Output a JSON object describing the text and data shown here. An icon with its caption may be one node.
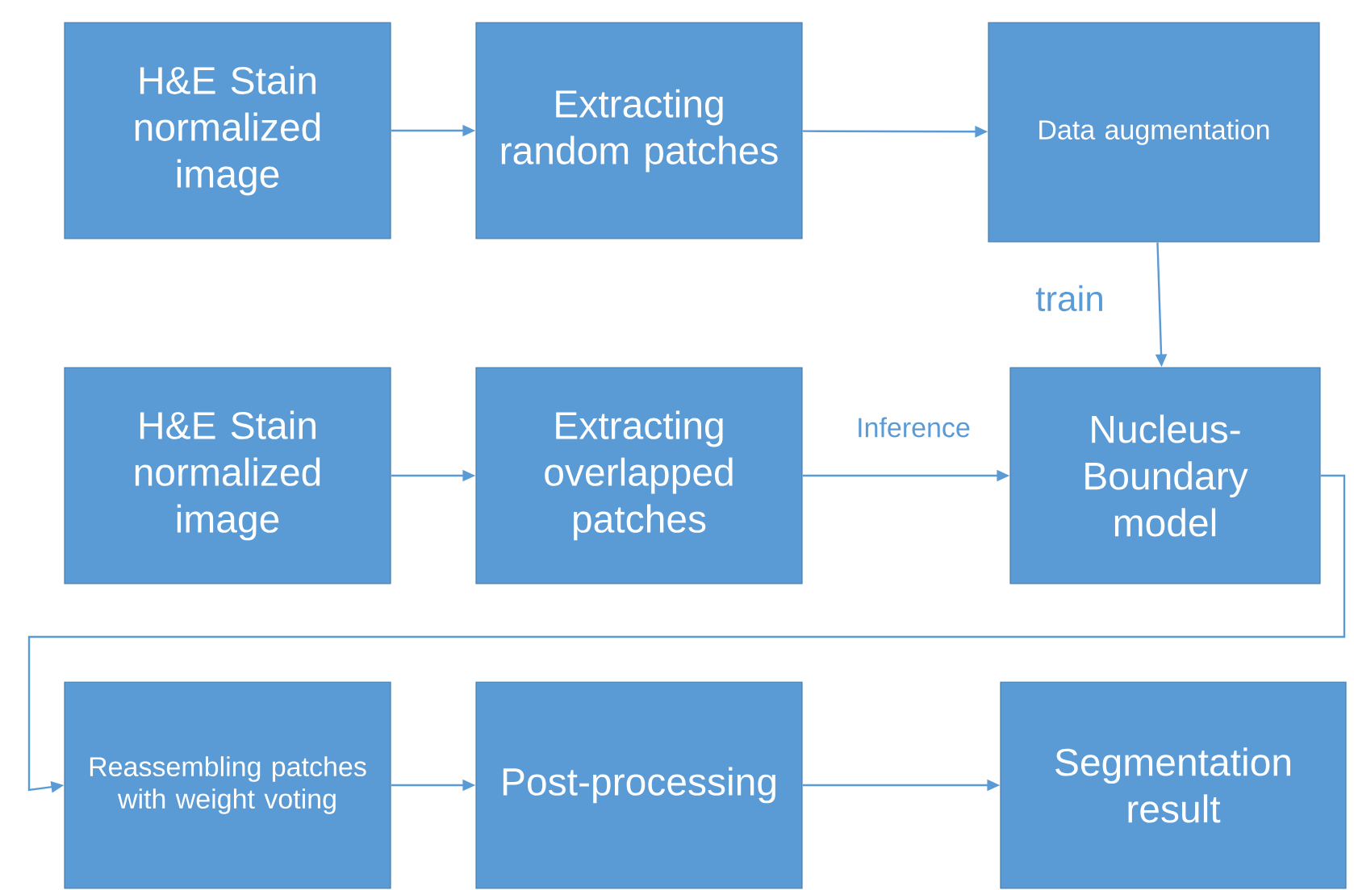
{
  "diagram": {
    "nodes": [
      {
        "text": [
          "H&E Stain normalized image"
        ]
      },
      {
        "text": [
          "Extracting random patches"
        ]
      },
      {
        "text": [
          "Data augmentation"
        ]
      },
      {
        "text": [
          "H&E Stain normalized image"
        ]
      },
      {
        "text": [
          "Extracting overlapped patches"
        ]
      },
      {
        "text": [
          "Nucleus-Boundary model"
        ]
      },
      {
        "text": [
          "Reassembling patches with weight voting"
        ]
      },
      {
        "text": [
          "Post-processing"
        ]
      },
      {
        "text": [
          "Segmentation result"
        ]
      }
    ],
    "edges": [
      {
        "from": 0,
        "to": 1,
        "arrow": "to"
      },
      {
        "from": 1,
        "to": 2,
        "arrow": "to"
      },
      {
        "from": 2,
        "to": 5,
        "arrow": "to",
        "label": "train"
      },
      {
        "from": 3,
        "to": 4,
        "arrow": "to"
      },
      {
        "from": 4,
        "to": 5,
        "arrow": "to",
        "label": "Inference"
      },
      {
        "from": 5,
        "to": 6,
        "arrow": "to"
      },
      {
        "from": 6,
        "to": 7,
        "arrow": "to"
      },
      {
        "from": 7,
        "to": 8,
        "arrow": "to"
      }
    ]
  }
}
